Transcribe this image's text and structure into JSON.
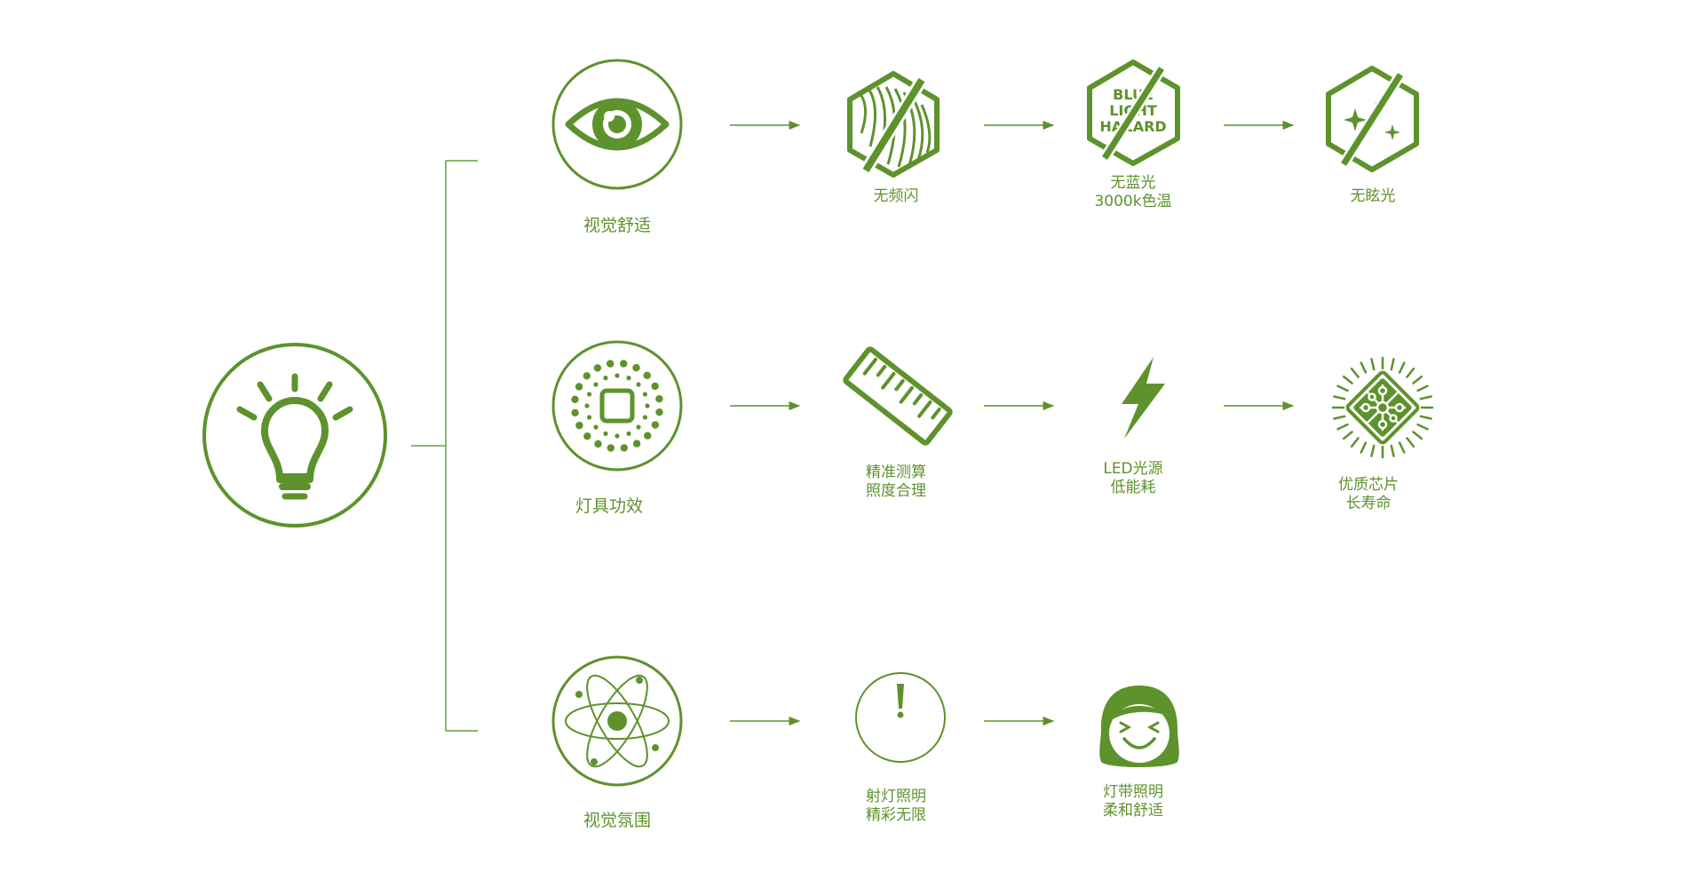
{
  "colors": {
    "accent": "#5e922c",
    "line": "#8cb56b",
    "background": "#ffffff"
  },
  "root": {
    "icon": "lightbulb-icon"
  },
  "branches": [
    {
      "category": "视觉舒适",
      "icon": "eye-icon",
      "features": [
        {
          "label": "无频闪",
          "icon": "no-flicker-icon"
        },
        {
          "label": "无蓝光\n3000k色温",
          "icon": "no-blue-light-hazard-icon",
          "badge_text": [
            "BLUE",
            "LIGHT",
            "HAZARD"
          ]
        },
        {
          "label": "无眩光",
          "icon": "no-glare-icon"
        }
      ]
    },
    {
      "category": "灯具功效",
      "icon": "led-array-icon",
      "features": [
        {
          "label": "精准测算\n照度合理",
          "icon": "ruler-icon"
        },
        {
          "label": "LED光源\n低能耗",
          "icon": "lightning-icon"
        },
        {
          "label": "优质芯片\n长寿命",
          "icon": "chip-icon"
        }
      ]
    },
    {
      "category": "视觉氛围",
      "icon": "atom-icon",
      "features": [
        {
          "label": "射灯照明\n精彩无限",
          "icon": "exclamation-circle-icon"
        },
        {
          "label": "灯带照明\n柔和舒适",
          "icon": "happy-face-icon"
        }
      ]
    }
  ]
}
